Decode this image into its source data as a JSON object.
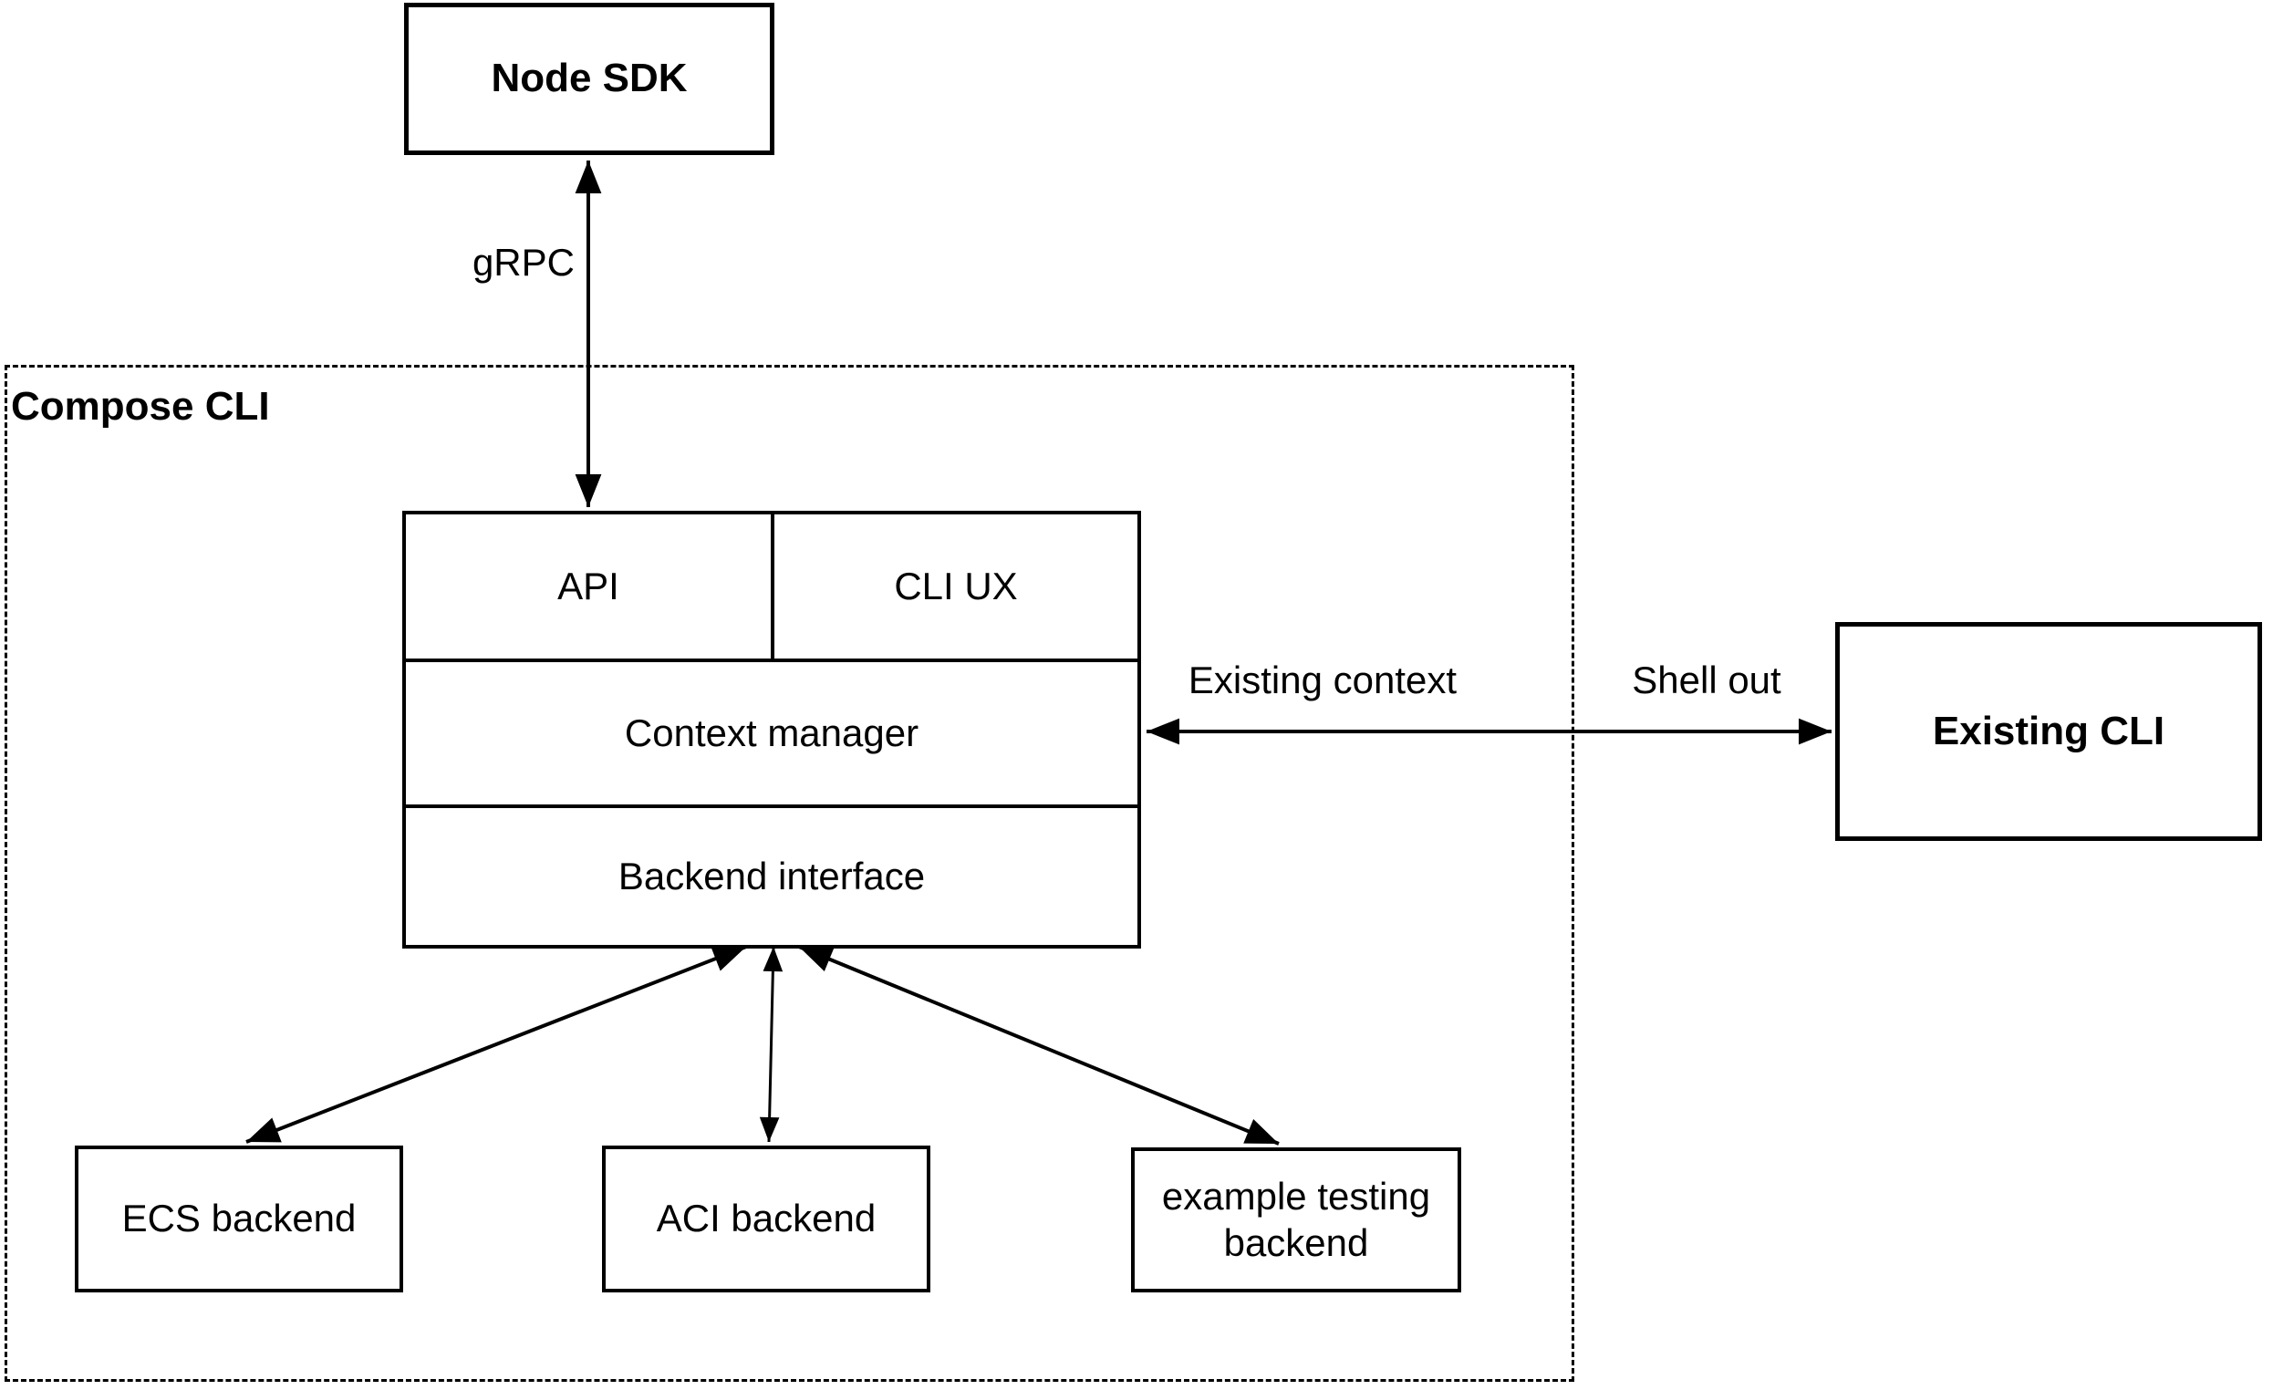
{
  "nodes": {
    "node_sdk": {
      "label": "Node SDK"
    },
    "compose_cli_container": {
      "label": "Compose CLI"
    },
    "api": {
      "label": "API"
    },
    "cli_ux": {
      "label": "CLI UX"
    },
    "context_manager": {
      "label": "Context manager"
    },
    "backend_interface": {
      "label": "Backend interface"
    },
    "existing_cli": {
      "label": "Existing CLI"
    },
    "ecs_backend": {
      "label": "ECS backend"
    },
    "aci_backend": {
      "label": "ACI backend"
    },
    "example_testing_backend": {
      "label": "example testing\nbackend"
    }
  },
  "edges": {
    "grpc": {
      "label": "gRPC",
      "from": "node_sdk",
      "to": "api",
      "arrows": "both"
    },
    "context_to_existing_cli": {
      "label_left": "Existing context",
      "label_right": "Shell out",
      "from": "context_manager",
      "to": "existing_cli",
      "arrows": "both"
    },
    "backend_to_ecs": {
      "from": "backend_interface",
      "to": "ecs_backend",
      "arrows": "both"
    },
    "backend_to_aci": {
      "from": "backend_interface",
      "to": "aci_backend",
      "arrows": "both"
    },
    "backend_to_example": {
      "from": "backend_interface",
      "to": "example_testing_backend",
      "arrows": "both"
    }
  },
  "colors": {
    "stroke": "#000000",
    "fill": "#ffffff",
    "text": "#000000"
  }
}
